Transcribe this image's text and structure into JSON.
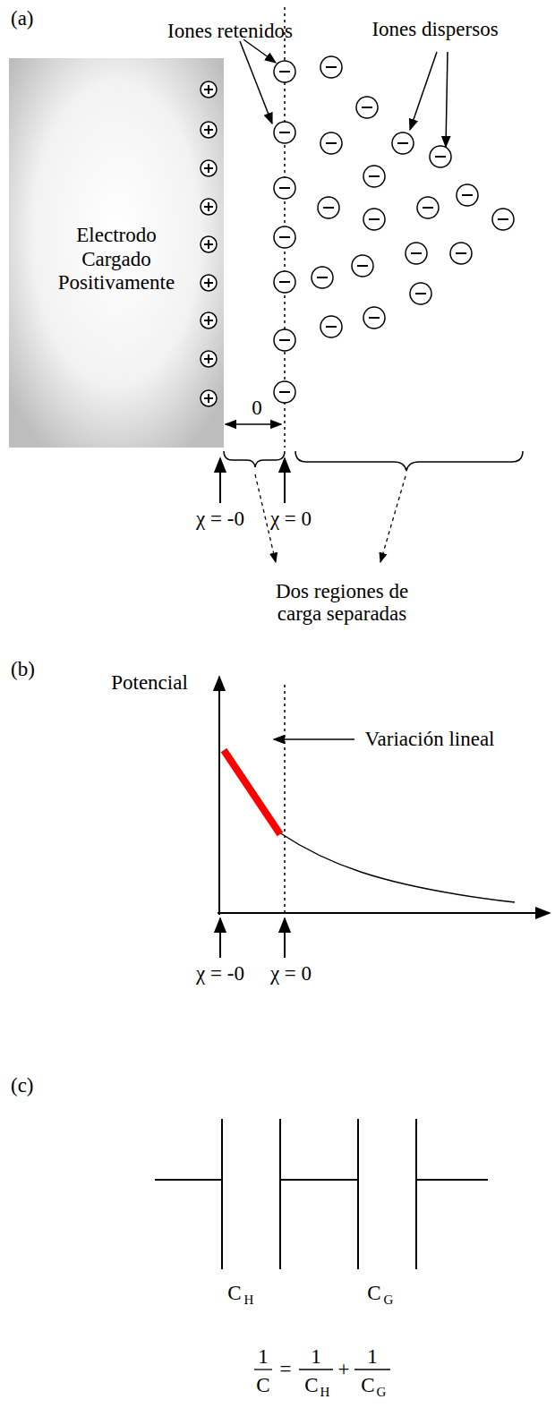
{
  "diagram": {
    "nodes": [
      {
        "text": [
          "Electrodo Cargado Positivamente"
        ]
      }
    ],
    "edges": [],
    "labels": [
      "(a)",
      "Iones retenidos",
      "Iones dispersos",
      "0",
      "χ = -0",
      "χ = 0",
      "Dos regiones de carga separadas",
      "(b)",
      "Potencial",
      "Variación lineal",
      "χ = -0",
      "χ = 0",
      "(c)",
      "C",
      "H",
      "C",
      "G",
      "1",
      "C",
      "=",
      "1",
      "C",
      "H",
      "+",
      "1",
      "C",
      "G"
    ]
  }
}
